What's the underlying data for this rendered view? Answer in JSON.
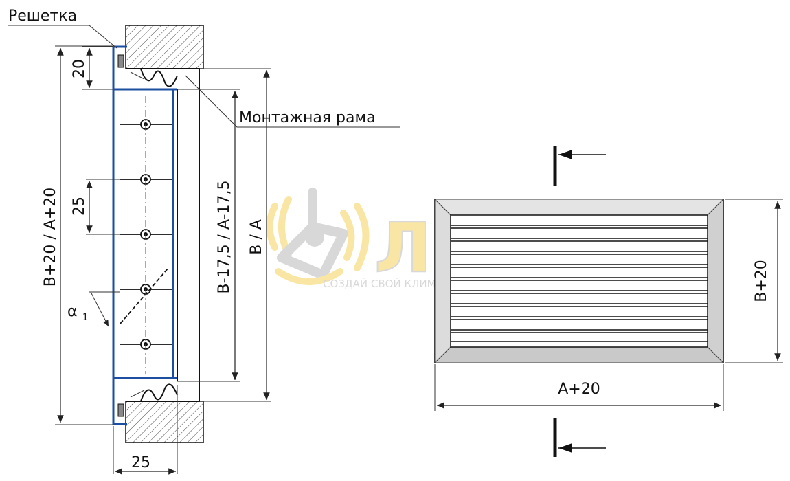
{
  "labels": {
    "grille": "Решетка",
    "mounting_frame": "Монтажная рама",
    "dim_top_20": "20",
    "dim_pitch_25": "25",
    "dim_outer": "B+20 / A+20",
    "dim_inner": "B-17,5 / A-17,5",
    "dim_opening": "B / A",
    "dim_depth_25": "25",
    "angle": "α",
    "angle_sub": "1",
    "front_width": "A+20",
    "front_height": "B+20"
  },
  "watermark": {
    "brand": "ЛСО",
    "slogan": "СОЗДАЙ СВОЙ КЛИМАТ С НАМИ",
    "accent_color": "#f6d25a",
    "gray_color": "#b9b9b9"
  },
  "colors": {
    "frame": "#1c4fa0",
    "line": "#111111",
    "panel_outer": "#d8d8d8",
    "panel_inner": "#ffffff"
  }
}
